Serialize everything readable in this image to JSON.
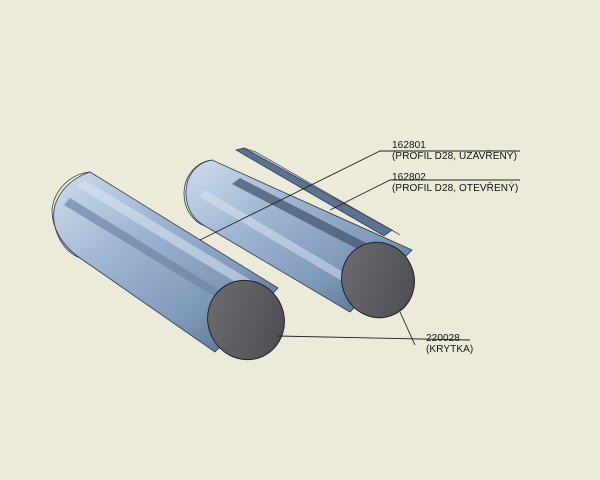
{
  "callouts": [
    {
      "part_number": "162801",
      "description": "(PROFIL D28, UZAVŘENÝ)"
    },
    {
      "part_number": "162802",
      "description": "(PROFIL D28, OTEVŘENÝ)"
    },
    {
      "part_number": "220028",
      "description": "(KRYTKA)"
    }
  ],
  "colors": {
    "background": "#ecebd9",
    "profile_body": "#8ea7c6",
    "profile_shadow": "#5f7593",
    "profile_highlight": "#c9d9ec",
    "cap": "#5c5c60",
    "leader": "#222222"
  }
}
